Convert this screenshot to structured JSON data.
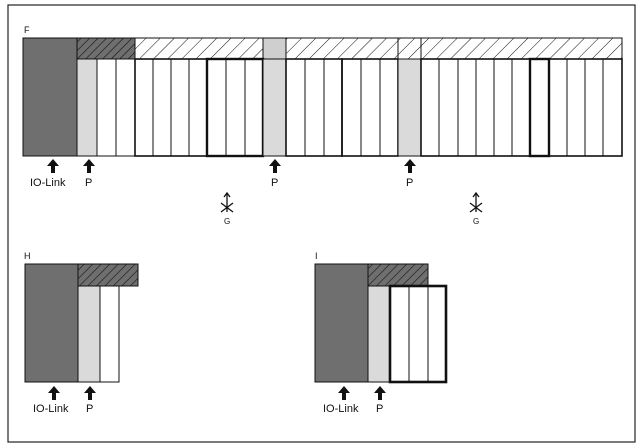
{
  "diagram_f": {
    "panel_label": "F",
    "io_link_label": "IO-Link",
    "power_labels": [
      "P",
      "P",
      "P"
    ],
    "g_labels": [
      "G",
      "G"
    ]
  },
  "diagram_h": {
    "panel_label": "H",
    "io_link_label": "IO-Link",
    "power_label": "P"
  },
  "diagram_i": {
    "panel_label": "I",
    "io_link_label": "IO-Link",
    "power_label": "P"
  },
  "colors": {
    "head_module": "#6f6f6f",
    "power_module": "#dadada",
    "hatch_dark": "#6f6f6f",
    "outline": "#111111"
  }
}
